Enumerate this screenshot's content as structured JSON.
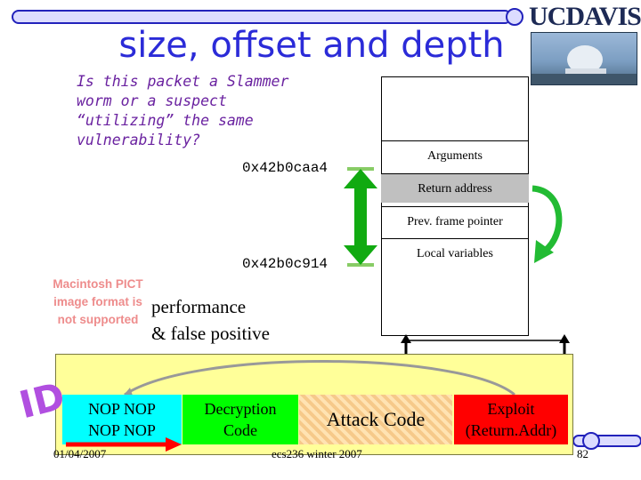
{
  "header": {
    "title": "size, offset and depth",
    "logo_text": "UCDAVIS"
  },
  "question_text": "Is this packet a Slammer worm or a suspect “utilizing” the same vulnerability?",
  "addresses": {
    "top": "0x42b0caa4",
    "bottom": "0x42b0c914"
  },
  "stack": {
    "rows": [
      "Arguments",
      "Return address",
      "Prev. frame pointer",
      "Local variables"
    ]
  },
  "missing_image_text": "Macintosh PICT image format is not supported",
  "notes": {
    "line1": "performance",
    "line2": "& false positive"
  },
  "packet": {
    "nop_line1": "NOP NOP",
    "nop_line2": "NOP NOP",
    "decrypt_line1": "Decryption",
    "decrypt_line2": "Code",
    "attack": "Attack Code",
    "exploit_line1": "Exploit",
    "exploit_line2": "(Return.Addr)"
  },
  "footer": {
    "date": "01/04/2007",
    "course": "ecs236 winter 2007",
    "page": "82"
  },
  "decor_label": "ID",
  "colors": {
    "title": "#2b2bd8",
    "bar_fill": "#dcdcff",
    "bar_stroke": "#2222bb",
    "nop": "#00ffff",
    "decrypt": "#00ff00",
    "exploit": "#ff0000",
    "panel": "#ffff99"
  }
}
